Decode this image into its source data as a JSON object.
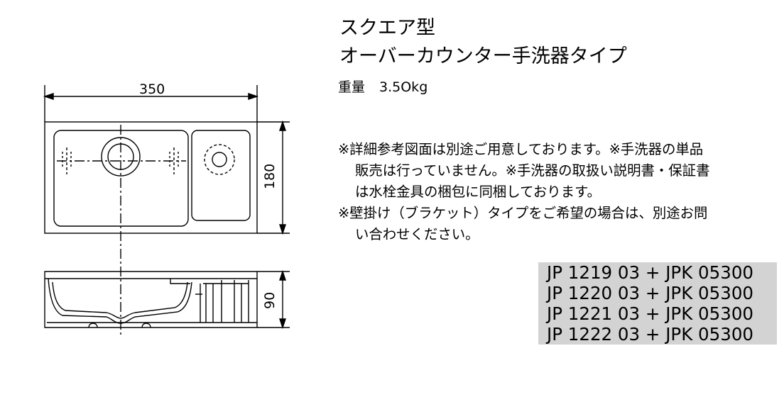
{
  "title_line1": "スクエア型",
  "title_line2": "オーバーカウンター手洗器タイプ",
  "weight": {
    "label": "重量",
    "value": "3.5Okg"
  },
  "notes": [
    "※詳細参考図面は別途ご用意しております。※手洗器の単品",
    "販売は行っていません。※手洗器の取扱い説明書・保証書",
    "は水栓金具の梱包に同梱しております。",
    "※壁掛け（ブラケット）タイプをご希望の場合は、別途お問",
    "い合わせください。"
  ],
  "models": [
    "JP 1219 03 + JPK 05300",
    "JP 1220 03 + JPK 05300",
    "JP 1221 03 + JPK 05300",
    "JP 1222 03 + JPK 05300"
  ],
  "dimensions": {
    "width": "350",
    "depth": "180",
    "height": "90"
  }
}
